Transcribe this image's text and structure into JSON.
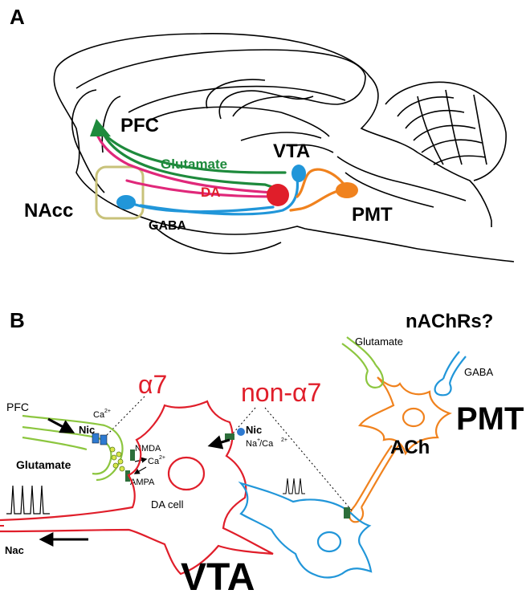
{
  "panel_a": {
    "label": "A",
    "pfc": "PFC",
    "vta": "VTA",
    "nacc": "NAcc",
    "pmt": "PMT",
    "glutamate": "Glutamate",
    "da": "DA",
    "gaba": "GABA"
  },
  "panel_b": {
    "label": "B",
    "nachrs": "nAChRs?",
    "glutamate_top": "Glutamate",
    "gaba_top": "GABA",
    "pmt": "PMT",
    "ach": "ACh",
    "alpha7": "α7",
    "non_alpha7": "non-α7",
    "pfc": "PFC",
    "nic_left": "Nic",
    "ca_left": "Ca",
    "ca_left_sup": "2+",
    "nmda": "NMDA",
    "ca_mid": "Ca",
    "ca_mid_sup": "2+",
    "ampa": "AMPA",
    "glutamate_left": "Glutamate",
    "da_cell": "DA cell",
    "nac": "Nac",
    "nic_right": "Nic",
    "na_ca": "Na /Ca",
    "na_sup": "+",
    "na_ca_sup": "2+",
    "vta": "VTA"
  },
  "colors": {
    "glutamate_green": "#1e8a3c",
    "da_magenta": "#e0287a",
    "gaba_blue": "#2196d9",
    "red": "#e01e2a",
    "orange": "#f0821e",
    "light_green": "#8cc63f",
    "nacc_box": "#c8c27a"
  }
}
